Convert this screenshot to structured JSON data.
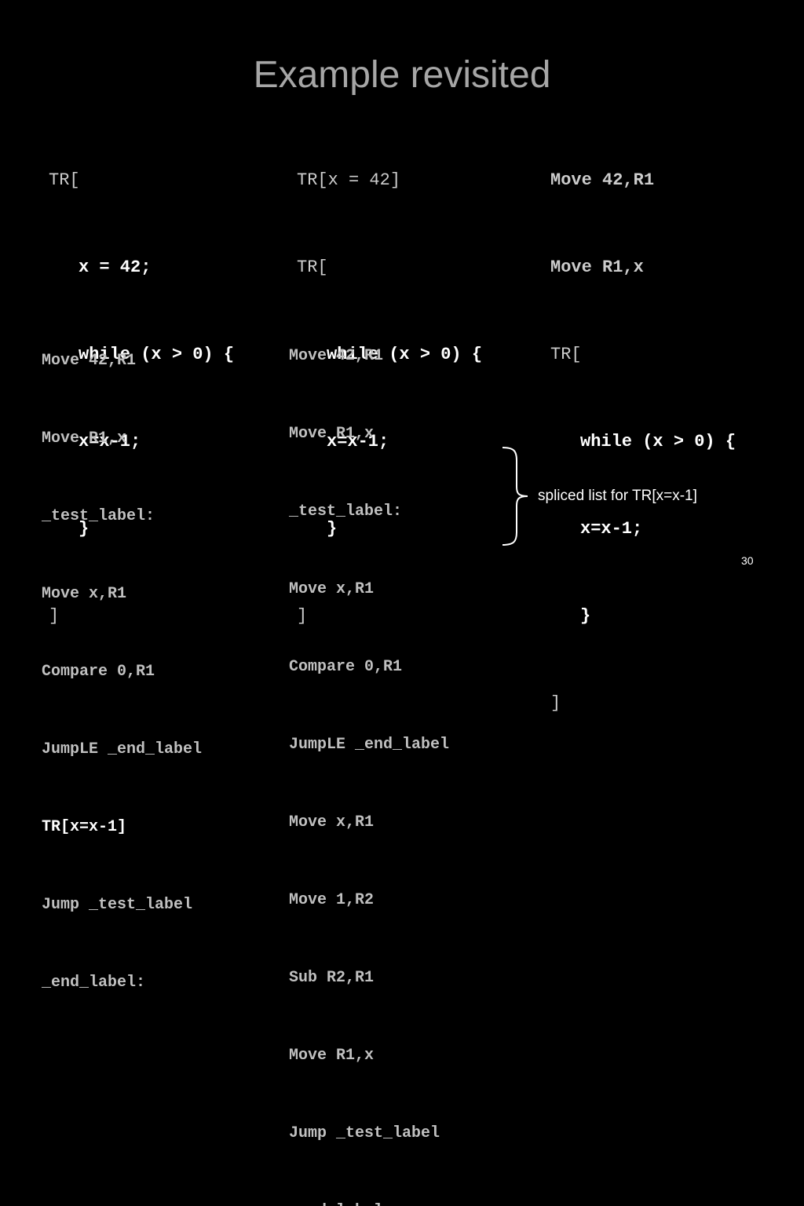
{
  "slide": {
    "title": "Example revisited",
    "page_number": "30"
  },
  "columns": {
    "left": {
      "lines": [
        "TR[",
        "x = 42;",
        "while (x > 0) {",
        "x=x-1;",
        "}",
        "]"
      ]
    },
    "middle": {
      "lines": [
        "TR[x = 42]",
        "TR[",
        "while (x > 0) {",
        "x=x-1;",
        "}",
        "]"
      ]
    },
    "right": {
      "lines": [
        "Move 42,R1",
        "Move R1,x",
        "TR[",
        "while (x > 0) {",
        "x=x-1;",
        "}",
        "]"
      ]
    }
  },
  "assembly": {
    "left": [
      "Move 42,R1",
      "Move R1,x",
      "_test_label:",
      "Move x,R1",
      "Compare 0,R1",
      "JumpLE _end_label",
      "TR[x=x-1]",
      "Jump _test_label",
      "_end_label:"
    ],
    "middle": [
      "Move 42,R1",
      "Move R1,x",
      "_test_label:",
      "Move x,R1",
      "Compare 0,R1",
      "JumpLE _end_label",
      "Move x,R1",
      "Move 1,R2",
      "Sub R2,R1",
      "Move R1,x",
      "Jump _test_label",
      "_end_label:"
    ]
  },
  "annotation": {
    "label": "spliced list for TR[x=x-1]"
  }
}
